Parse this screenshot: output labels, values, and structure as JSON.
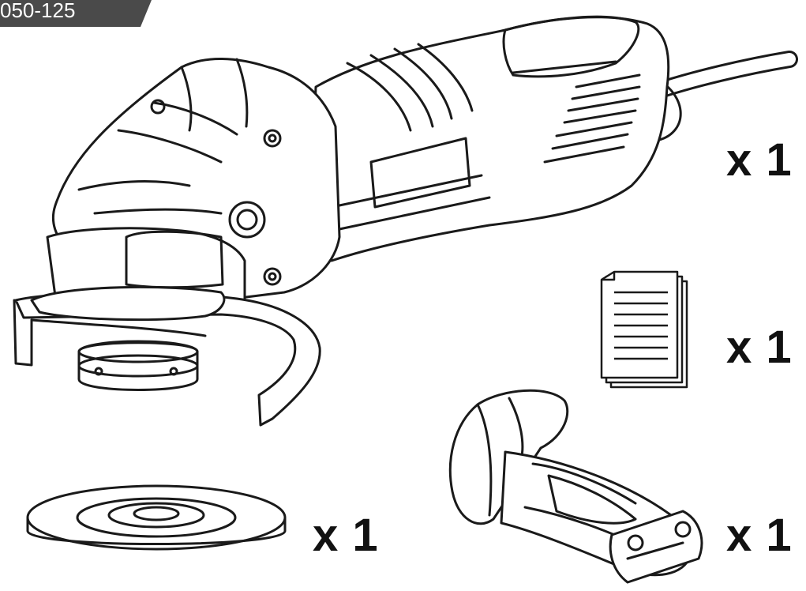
{
  "header": {
    "model_code": "050-125",
    "tab_color": "#4a4a4a"
  },
  "contents": {
    "items": [
      {
        "name": "angle-grinder",
        "icon": "angle-grinder-icon",
        "quantity": "x 1"
      },
      {
        "name": "instruction-manual",
        "icon": "document-stack-icon",
        "quantity": "x 1"
      },
      {
        "name": "grinding-disc",
        "icon": "grinding-disc-icon",
        "quantity": "x 1"
      },
      {
        "name": "auxiliary-handle",
        "icon": "side-handle-icon",
        "quantity": "x 1"
      }
    ]
  },
  "colors": {
    "line": "#1a1a1a",
    "background": "#ffffff"
  }
}
